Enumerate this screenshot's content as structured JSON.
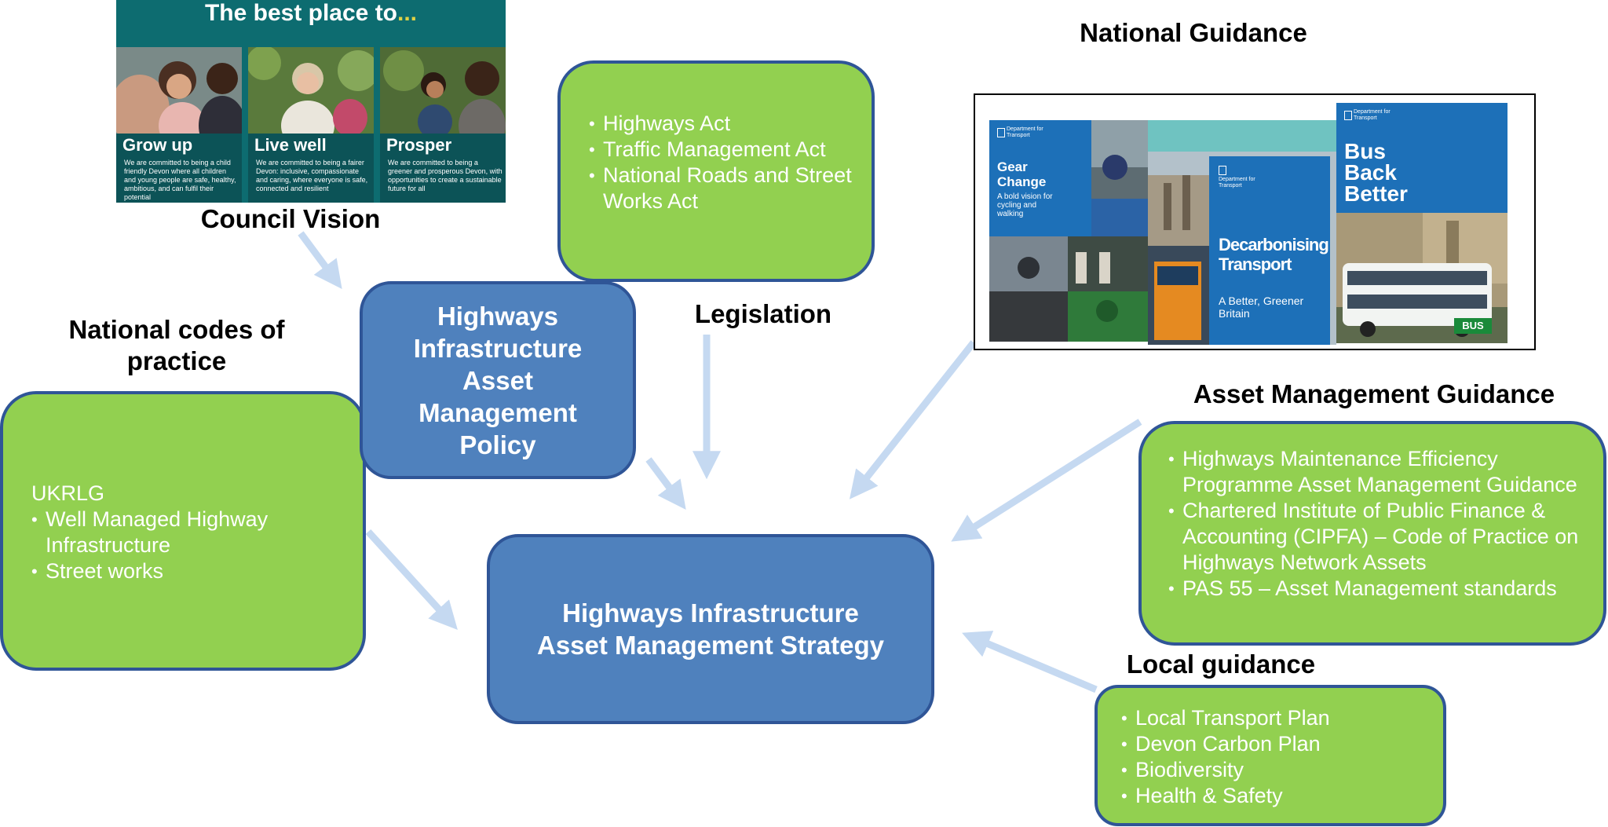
{
  "vision_image": {
    "title": "The best place to",
    "title_dots": "...",
    "panels": [
      {
        "label": "Grow up",
        "text": "We are committed to being a child friendly Devon where all children and young people are safe, healthy, ambitious, and can fulfil their potential"
      },
      {
        "label": "Live well",
        "text": "We are committed to being a fairer Devon: inclusive, compassionate and caring, where everyone is safe, connected and resilient"
      },
      {
        "label": "Prosper",
        "text": "We are committed to being a greener and prosperous Devon, with opportunities to create a sustainable future for all"
      }
    ]
  },
  "labels": {
    "council_vision": "Council Vision",
    "national_codes": "National codes of practice",
    "legislation": "Legislation",
    "national_guidance": "National Guidance",
    "asset_management_guidance": "Asset Management Guidance",
    "local_guidance": "Local guidance"
  },
  "legislation_box": {
    "items": [
      "Highways Act",
      "Traffic Management Act",
      "National Roads and Street Works Act"
    ]
  },
  "policy_box": {
    "text": "Highways Infrastructure Asset Management Policy"
  },
  "strategy_box": {
    "line1": "Highways Infrastructure",
    "line2": "Asset Management Strategy"
  },
  "codes_box": {
    "heading": "UKRLG",
    "items": [
      "Well Managed Highway Infrastructure",
      "Street works"
    ]
  },
  "am_guidance_box": {
    "items": [
      "Highways Maintenance Efficiency Programme Asset Management Guidance",
      "Chartered Institute of Public Finance & Accounting (CIPFA) – Code of Practice on Highways Network Assets",
      "PAS 55 – Asset Management standards"
    ]
  },
  "local_guidance_box": {
    "items": [
      "Local Transport Plan",
      "Devon Carbon Plan",
      "Biodiversity",
      "Health & Safety"
    ]
  },
  "national_guidance_docs": {
    "gear_change": {
      "dept": "Department for Transport",
      "title": "Gear Change",
      "subtitle": "A bold vision for cycling and walking"
    },
    "decarbonising": {
      "dept": "Department for Transport",
      "title": "Decarbonising Transport",
      "subtitle": "A Better, Greener Britain"
    },
    "bus_back_better": {
      "dept": "Department for Transport",
      "title": "Bus Back Better",
      "bus_badge": "BUS"
    }
  },
  "colors": {
    "green_box": "#92d050",
    "blue_box": "#4f81bd",
    "box_border": "#2f5597",
    "arrow": "#c5d9f1",
    "dft_blue": "#1d70b8"
  }
}
